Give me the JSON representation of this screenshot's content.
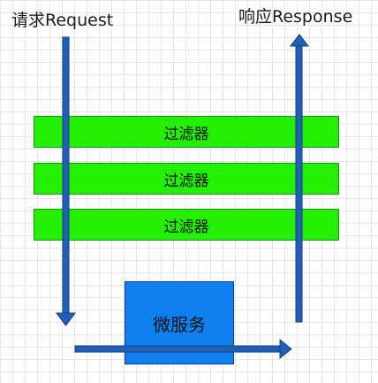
{
  "labels": {
    "request": "请求Request",
    "response": "响应Response"
  },
  "filters": [
    {
      "label": "过滤器"
    },
    {
      "label": "过滤器"
    },
    {
      "label": "过滤器"
    }
  ],
  "service": {
    "label": "微服务"
  },
  "colors": {
    "filter_fill": "#22f000",
    "service_fill": "#0f80f0",
    "arrow": "#1f5fb8"
  }
}
